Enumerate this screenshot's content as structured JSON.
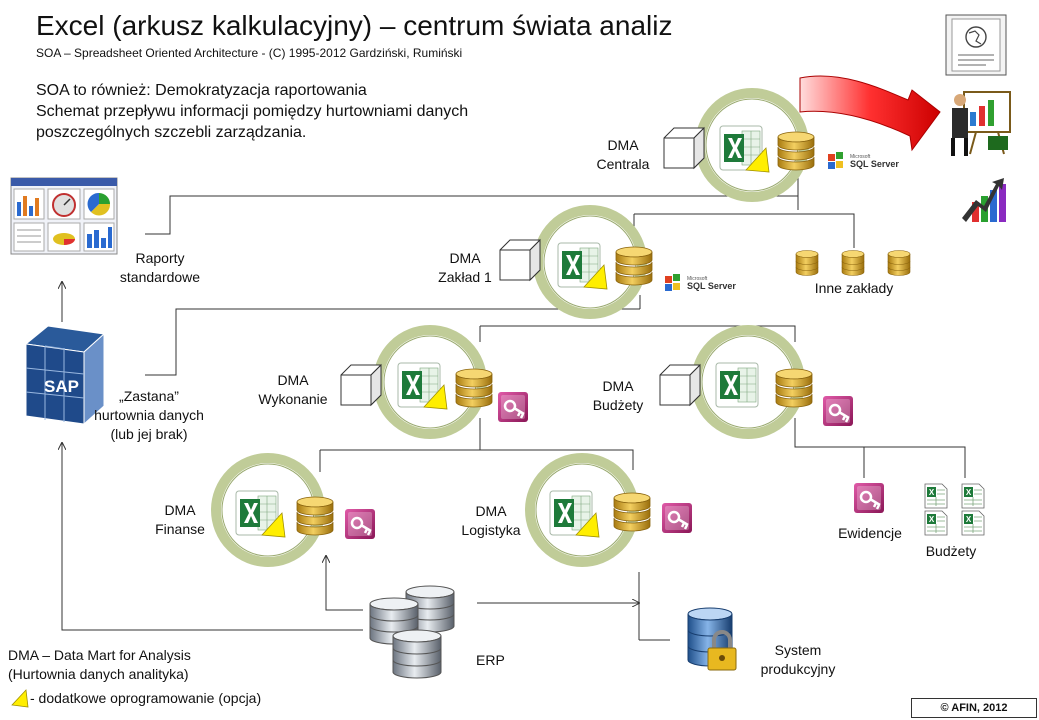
{
  "header": {
    "title": "Excel (arkusz kalkulacyjny) – centrum świata analiz",
    "subtitle": "SOA – Spreadsheet Oriented Architecture - (C) 1995-2012 Gardziński, Rumiński",
    "intro_line1": "SOA to również: Demokratyzacja raportowania",
    "intro_line2": "Schemat przepływu informacji pomiędzy hurtowniami danych",
    "intro_line3": "poszczególnych szczebli zarządzania."
  },
  "nodes": {
    "centrala": {
      "line1": "DMA",
      "line2": "Centrala"
    },
    "zaklad1": {
      "line1": "DMA",
      "line2": "Zakład 1"
    },
    "wykonanie": {
      "line1": "DMA",
      "line2": "Wykonanie"
    },
    "budzety": {
      "line1": "DMA",
      "line2": "Budżety"
    },
    "finanse": {
      "line1": "DMA",
      "line2": "Finanse"
    },
    "logistyka": {
      "line1": "DMA",
      "line2": "Logistyka"
    }
  },
  "labels": {
    "raporty_line1": "Raporty",
    "raporty_line2": "standardowe",
    "inne_zaklady": "Inne zakłady",
    "zastana_line1": "„Zastana”",
    "zastana_line2": "hurtownia danych",
    "zastana_line3": "(lub jej brak)",
    "ewidencje": "Ewidencje",
    "budzety_files": "Budżety",
    "erp": "ERP",
    "system_line1": "System",
    "system_line2": "produkcyjny",
    "sql_server_small": "Microsoft",
    "sql_server": "SQL Server",
    "sap": "SAP"
  },
  "legend": {
    "dma_line1": "DMA – Data Mart for Analysis",
    "dma_line2": "(Hurtownia danych analityka)",
    "triangle_note": "- dodatkowe oprogramowanie (opcja)"
  },
  "footer": {
    "copyright": "© AFIN, 2012"
  },
  "colors": {
    "excel_green": "#1e7a3a",
    "ring_green": "#c8d4a0",
    "db_gold": "#d9a826",
    "access_pink": "#b0246e",
    "arrow_red": "#e01010",
    "triangle_yellow": "#ffee00"
  }
}
